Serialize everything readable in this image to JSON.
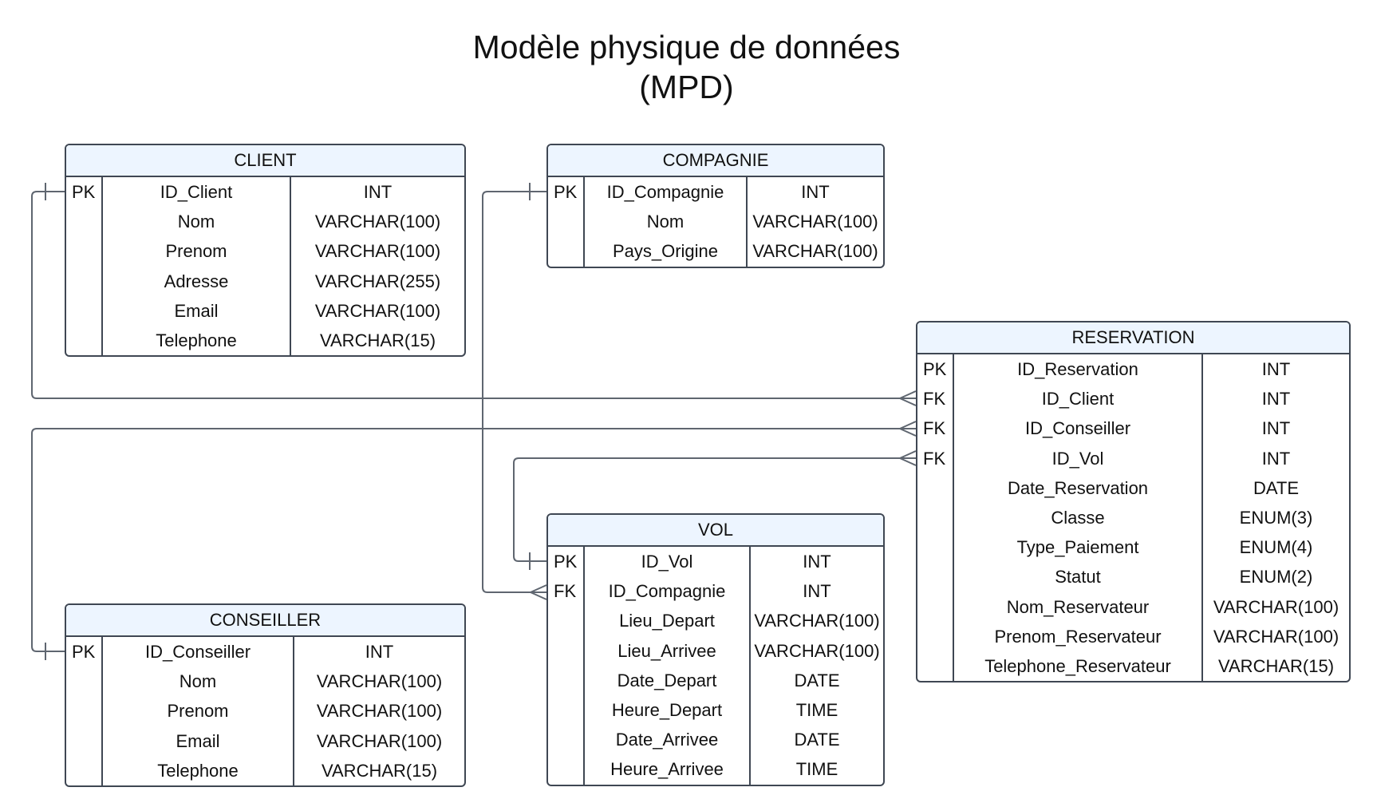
{
  "title": [
    "Modèle physique de données",
    "(MPD)"
  ],
  "colors": {
    "header_fill": "#edf5ff",
    "border": "#3f4753",
    "connector": "#5f6670",
    "text": "#111111"
  },
  "entities": {
    "client": {
      "name": "CLIENT",
      "rows": [
        {
          "key": "PK",
          "field": "ID_Client",
          "type": "INT"
        },
        {
          "key": "",
          "field": "Nom",
          "type": "VARCHAR(100)"
        },
        {
          "key": "",
          "field": "Prenom",
          "type": "VARCHAR(100)"
        },
        {
          "key": "",
          "field": "Adresse",
          "type": "VARCHAR(255)"
        },
        {
          "key": "",
          "field": "Email",
          "type": "VARCHAR(100)"
        },
        {
          "key": "",
          "field": "Telephone",
          "type": "VARCHAR(15)"
        }
      ]
    },
    "compagnie": {
      "name": "COMPAGNIE",
      "rows": [
        {
          "key": "PK",
          "field": "ID_Compagnie",
          "type": "INT"
        },
        {
          "key": "",
          "field": "Nom",
          "type": "VARCHAR(100)"
        },
        {
          "key": "",
          "field": "Pays_Origine",
          "type": "VARCHAR(100)"
        }
      ]
    },
    "reservation": {
      "name": "RESERVATION",
      "rows": [
        {
          "key": "PK",
          "field": "ID_Reservation",
          "type": "INT"
        },
        {
          "key": "FK",
          "field": "ID_Client",
          "type": "INT"
        },
        {
          "key": "FK",
          "field": "ID_Conseiller",
          "type": "INT"
        },
        {
          "key": "FK",
          "field": "ID_Vol",
          "type": "INT"
        },
        {
          "key": "",
          "field": "Date_Reservation",
          "type": "DATE"
        },
        {
          "key": "",
          "field": "Classe",
          "type": "ENUM(3)"
        },
        {
          "key": "",
          "field": "Type_Paiement",
          "type": "ENUM(4)"
        },
        {
          "key": "",
          "field": "Statut",
          "type": "ENUM(2)"
        },
        {
          "key": "",
          "field": "Nom_Reservateur",
          "type": "VARCHAR(100)"
        },
        {
          "key": "",
          "field": "Prenom_Reservateur",
          "type": "VARCHAR(100)"
        },
        {
          "key": "",
          "field": "Telephone_Reservateur",
          "type": "VARCHAR(15)"
        }
      ]
    },
    "vol": {
      "name": "VOL",
      "rows": [
        {
          "key": "PK",
          "field": "ID_Vol",
          "type": "INT"
        },
        {
          "key": "FK",
          "field": "ID_Compagnie",
          "type": "INT"
        },
        {
          "key": "",
          "field": "Lieu_Depart",
          "type": "VARCHAR(100)"
        },
        {
          "key": "",
          "field": "Lieu_Arrivee",
          "type": "VARCHAR(100)"
        },
        {
          "key": "",
          "field": "Date_Depart",
          "type": "DATE"
        },
        {
          "key": "",
          "field": "Heure_Depart",
          "type": "TIME"
        },
        {
          "key": "",
          "field": "Date_Arrivee",
          "type": "DATE"
        },
        {
          "key": "",
          "field": "Heure_Arrivee",
          "type": "TIME"
        }
      ]
    },
    "conseiller": {
      "name": "CONSEILLER",
      "rows": [
        {
          "key": "PK",
          "field": "ID_Conseiller",
          "type": "INT"
        },
        {
          "key": "",
          "field": "Nom",
          "type": "VARCHAR(100)"
        },
        {
          "key": "",
          "field": "Prenom",
          "type": "VARCHAR(100)"
        },
        {
          "key": "",
          "field": "Email",
          "type": "VARCHAR(100)"
        },
        {
          "key": "",
          "field": "Telephone",
          "type": "VARCHAR(15)"
        }
      ]
    }
  },
  "relationships": [
    {
      "from": "client",
      "from_key": "PK",
      "to": "reservation",
      "to_key": "FK",
      "from_end": "one",
      "to_end": "many"
    },
    {
      "from": "conseiller",
      "from_key": "PK",
      "to": "reservation",
      "to_key": "FK",
      "from_end": "one",
      "to_end": "many"
    },
    {
      "from": "vol",
      "from_key": "PK",
      "to": "reservation",
      "to_key": "FK",
      "from_end": "one",
      "to_end": "many"
    },
    {
      "from": "compagnie",
      "from_key": "PK",
      "to": "vol",
      "to_key": "FK",
      "from_end": "one",
      "to_end": "many"
    }
  ]
}
